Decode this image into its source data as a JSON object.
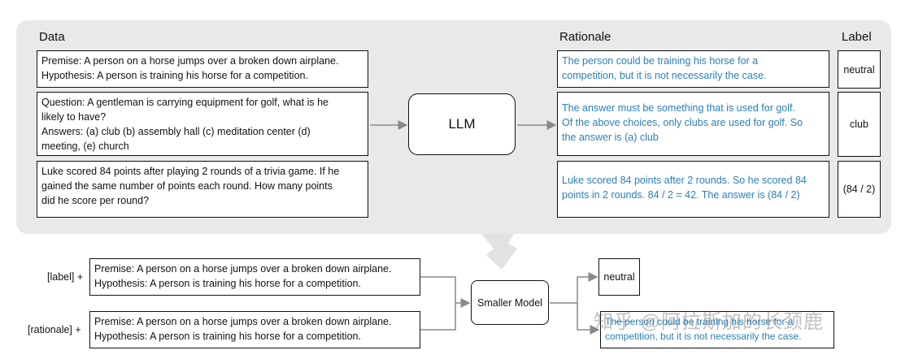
{
  "headers": {
    "data": "Data",
    "rationale": "Rationale",
    "label": "Label"
  },
  "rows": [
    {
      "data_lines": [
        "Premise: A person on a horse jumps over a broken down airplane.",
        "Hypothesis: A person is training his horse for a competition."
      ],
      "rationale_lines": [
        "The person could be training his horse for a",
        "competition, but it is not necessarily the case."
      ],
      "label": "neutral"
    },
    {
      "data_lines": [
        "Question: A gentleman is carrying equipment for golf, what is he",
        "likely to have?",
        "Answers: (a) club (b) assembly hall (c) meditation center (d)",
        "meeting, (e) church"
      ],
      "rationale_lines": [
        "The answer must be something that is used for golf.",
        "Of the above choices, only clubs are used for golf. So",
        "the answer is (a) club"
      ],
      "label": "club"
    },
    {
      "data_lines": [
        "Luke scored 84 points after playing 2 rounds of a trivia game. If he",
        "gained the same number of points each round. How many points",
        "did he score per round?"
      ],
      "rationale_lines": [
        "Luke scored 84 points after 2 rounds. So he scored 84",
        "points in 2 rounds. 84 / 2 = 42. The answer is (84 / 2)"
      ],
      "label": "(84 / 2)"
    }
  ],
  "llm_label": "LLM",
  "bottom": {
    "label_tag": "[label] +",
    "rationale_tag": "[rationale] +",
    "input1_lines": [
      "Premise: A person on a horse jumps over a broken down airplane.",
      "Hypothesis: A person is training his horse for a competition."
    ],
    "input2_lines": [
      "Premise: A person on a horse jumps over a broken down airplane.",
      "Hypothesis: A person is training his horse for a competition."
    ],
    "model_label": "Smaller Model",
    "output_label": "neutral",
    "output_rationale_lines": [
      "The person could be training his horse for a",
      "competition, but it is not necessarily the case."
    ]
  },
  "watermark": "知乎 @阿拉斯加的长颈鹿",
  "colors": {
    "rationale_text": "#2a7fb8",
    "panel_bg": "#e8e9e9",
    "arrow": "#8a8a8a"
  }
}
